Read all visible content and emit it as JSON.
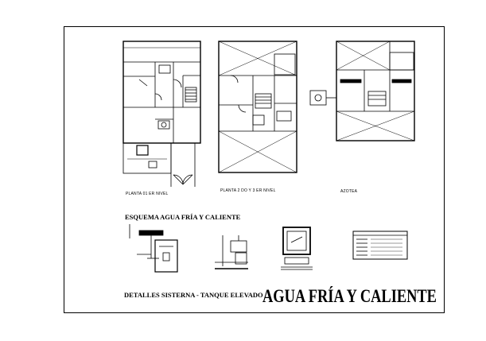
{
  "drawing": {
    "plans": [
      {
        "id": "primer-nivel",
        "label": "PLANTA 01 ER NIVEL"
      },
      {
        "id": "segundo-nivel",
        "label": "PLANTA 2 DO Y 3 ER NIVEL"
      },
      {
        "id": "azotea",
        "label": "AZOTEA"
      }
    ],
    "scheme_title": "ESQUEMA AGUA FRÍA Y CALIENTE",
    "details_title": "DETALLES SISTERNA - TANQUE ELEVADO",
    "sheet_title": "AGUA FRÍA Y CALIENTE",
    "line_color": "#000000",
    "background_color": "#ffffff"
  }
}
